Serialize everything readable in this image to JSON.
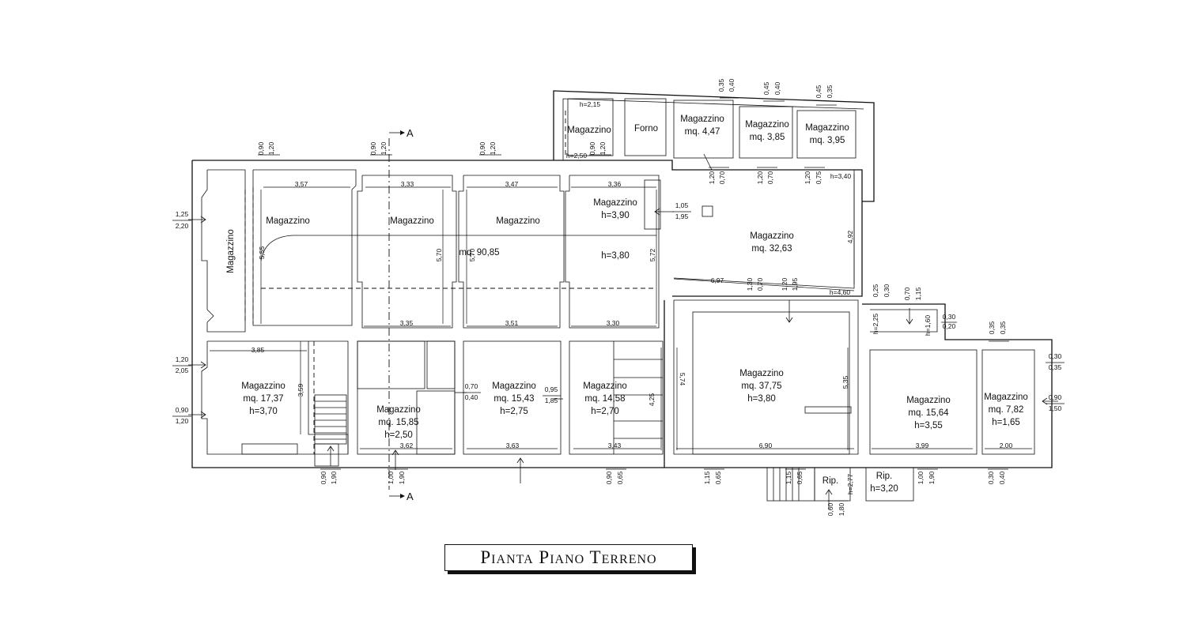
{
  "title": "Pianta Piano Terreno",
  "section_mark": "A",
  "rooms": [
    {
      "id": "corridor",
      "lines": [
        "Magazzino"
      ],
      "rotate": true
    },
    {
      "id": "big1",
      "lines": [
        "Magazzino"
      ]
    },
    {
      "id": "big2",
      "lines": [
        "Magazzino"
      ]
    },
    {
      "id": "big3",
      "lines": [
        "Magazzino"
      ]
    },
    {
      "id": "big4",
      "lines": [
        "Magazzino",
        "h=3,90"
      ]
    },
    {
      "id": "big-area",
      "lines": [
        "mq. 90,85"
      ]
    },
    {
      "id": "big-h",
      "lines": [
        "h=3,80"
      ]
    },
    {
      "id": "top-small",
      "lines": [
        "Magazzino"
      ]
    },
    {
      "id": "forno",
      "lines": [
        "Forno"
      ]
    },
    {
      "id": "t1",
      "lines": [
        "Magazzino",
        "mq. 4,47"
      ]
    },
    {
      "id": "t2",
      "lines": [
        "Magazzino",
        "mq. 3,85"
      ]
    },
    {
      "id": "t3",
      "lines": [
        "Magazzino",
        "mq. 3,95"
      ]
    },
    {
      "id": "right-big",
      "lines": [
        "Magazzino",
        "mq. 32,63"
      ]
    },
    {
      "id": "b1",
      "lines": [
        "Magazzino",
        "mq. 17,37",
        "h=3,70"
      ]
    },
    {
      "id": "b2",
      "lines": [
        "Magazzino",
        "mq. 15,85",
        "h=2,50"
      ]
    },
    {
      "id": "b3",
      "lines": [
        "Magazzino",
        "mq. 15,43",
        "h=2,75"
      ]
    },
    {
      "id": "b4",
      "lines": [
        "Magazzino",
        "mq. 14,58",
        "h=2,70"
      ]
    },
    {
      "id": "b5",
      "lines": [
        "Magazzino",
        "mq. 37,75",
        "h=3,80"
      ]
    },
    {
      "id": "b6",
      "lines": [
        "Magazzino",
        "mq. 15,64",
        "h=3,55"
      ]
    },
    {
      "id": "b7",
      "lines": [
        "Magazzino",
        "mq. 7,82",
        "h=1,65"
      ]
    },
    {
      "id": "rip1",
      "lines": [
        "Rip."
      ]
    },
    {
      "id": "rip2",
      "lines": [
        "Rip.",
        "h=3,20"
      ]
    }
  ],
  "dimensions": [
    {
      "id": "d-357",
      "text": "3,57"
    },
    {
      "id": "d-333",
      "text": "3,33"
    },
    {
      "id": "d-347",
      "text": "3,47"
    },
    {
      "id": "d-336",
      "text": "3,36"
    },
    {
      "id": "d-335",
      "text": "3,35"
    },
    {
      "id": "d-351",
      "text": "3,51"
    },
    {
      "id": "d-330",
      "text": "3,30"
    },
    {
      "id": "d-555",
      "text": "5,55"
    },
    {
      "id": "d-570a",
      "text": "5,70"
    },
    {
      "id": "d-570b",
      "text": "5,70"
    },
    {
      "id": "d-572",
      "text": "5,72"
    },
    {
      "id": "d-697",
      "text": "6,97"
    },
    {
      "id": "d-492",
      "text": "4,92"
    },
    {
      "id": "d-460",
      "text": "h=4,60"
    },
    {
      "id": "d-340",
      "text": "h=3,40"
    },
    {
      "id": "d-215",
      "text": "h=2,15"
    },
    {
      "id": "d-250",
      "text": "h=2,50"
    },
    {
      "id": "d-385",
      "text": "3,85"
    },
    {
      "id": "d-359",
      "text": "3,59"
    },
    {
      "id": "d-362",
      "text": "3,62"
    },
    {
      "id": "d-363",
      "text": "3,63"
    },
    {
      "id": "d-343",
      "text": "3,43"
    },
    {
      "id": "d-425",
      "text": "4,25"
    },
    {
      "id": "d-574",
      "text": "5,74"
    },
    {
      "id": "d-535",
      "text": "5,35"
    },
    {
      "id": "d-690",
      "text": "6,90"
    },
    {
      "id": "d-399",
      "text": "3,99"
    },
    {
      "id": "d-200",
      "text": "2,00"
    },
    {
      "id": "d-277",
      "text": "h=2,77"
    },
    {
      "id": "d-225",
      "text": "h=2,25"
    },
    {
      "id": "d-160",
      "text": "h=1,60"
    },
    {
      "id": "o-125",
      "text": "1,25"
    },
    {
      "id": "o-220",
      "text": "2,20"
    },
    {
      "id": "o-120a",
      "text": "1,20"
    },
    {
      "id": "o-205",
      "text": "2,05"
    },
    {
      "id": "o-090a",
      "text": "0,90"
    },
    {
      "id": "o-120b",
      "text": "1,20"
    },
    {
      "id": "o-105",
      "text": "1,05"
    },
    {
      "id": "o-195",
      "text": "1,95"
    },
    {
      "id": "o-070",
      "text": "0,70"
    },
    {
      "id": "o-040",
      "text": "0,40"
    },
    {
      "id": "o-095",
      "text": "0,95"
    },
    {
      "id": "o-185",
      "text": "1,85"
    },
    {
      "id": "o-030a",
      "text": "0,30"
    },
    {
      "id": "o-035a",
      "text": "0,35"
    },
    {
      "id": "o-090b",
      "text": "0,90"
    },
    {
      "id": "o-150",
      "text": "1,50"
    },
    {
      "id": "o-030b",
      "text": "0,30"
    },
    {
      "id": "o-020",
      "text": "0,20"
    }
  ],
  "vertical_dims": [
    {
      "id": "v1a",
      "text": "0,90"
    },
    {
      "id": "v1b",
      "text": "1,20"
    },
    {
      "id": "v2a",
      "text": "0,90"
    },
    {
      "id": "v2b",
      "text": "1,20"
    },
    {
      "id": "v3a",
      "text": "0,90"
    },
    {
      "id": "v3b",
      "text": "1,20"
    },
    {
      "id": "v4a",
      "text": "0,90"
    },
    {
      "id": "v4b",
      "text": "1,20"
    },
    {
      "id": "v5a",
      "text": "0,35"
    },
    {
      "id": "v5b",
      "text": "0,40"
    },
    {
      "id": "v6a",
      "text": "0,45"
    },
    {
      "id": "v6b",
      "text": "0,40"
    },
    {
      "id": "v7a",
      "text": "0,45"
    },
    {
      "id": "v7b",
      "text": "0,35"
    },
    {
      "id": "v8a",
      "text": "1,20"
    },
    {
      "id": "v8b",
      "text": "0,70"
    },
    {
      "id": "v9a",
      "text": "1,20"
    },
    {
      "id": "v9b",
      "text": "0,70"
    },
    {
      "id": "v10a",
      "text": "1,20"
    },
    {
      "id": "v10b",
      "text": "0,75"
    },
    {
      "id": "v11a",
      "text": "1,30"
    },
    {
      "id": "v11b",
      "text": "0,70"
    },
    {
      "id": "v12a",
      "text": "1,20"
    },
    {
      "id": "v12b",
      "text": "1,95"
    },
    {
      "id": "v13a",
      "text": "0,25"
    },
    {
      "id": "v13b",
      "text": "0,30"
    },
    {
      "id": "v14a",
      "text": "0,70"
    },
    {
      "id": "v14b",
      "text": "1,15"
    },
    {
      "id": "v15a",
      "text": "0,35"
    },
    {
      "id": "v15b",
      "text": "0,35"
    },
    {
      "id": "v16a",
      "text": "0,90"
    },
    {
      "id": "v16b",
      "text": "1,90"
    },
    {
      "id": "v17a",
      "text": "1,00"
    },
    {
      "id": "v17b",
      "text": "1,90"
    },
    {
      "id": "v18a",
      "text": "0,90"
    },
    {
      "id": "v18b",
      "text": "0,65"
    },
    {
      "id": "v19a",
      "text": "1,15"
    },
    {
      "id": "v19b",
      "text": "0,65"
    },
    {
      "id": "v20a",
      "text": "1,15"
    },
    {
      "id": "v20b",
      "text": "0,65"
    },
    {
      "id": "v21a",
      "text": "0,60"
    },
    {
      "id": "v21b",
      "text": "1,80"
    },
    {
      "id": "v22a",
      "text": "1,00"
    },
    {
      "id": "v22b",
      "text": "1,90"
    },
    {
      "id": "v23a",
      "text": "0,30"
    },
    {
      "id": "v23b",
      "text": "0,40"
    }
  ]
}
